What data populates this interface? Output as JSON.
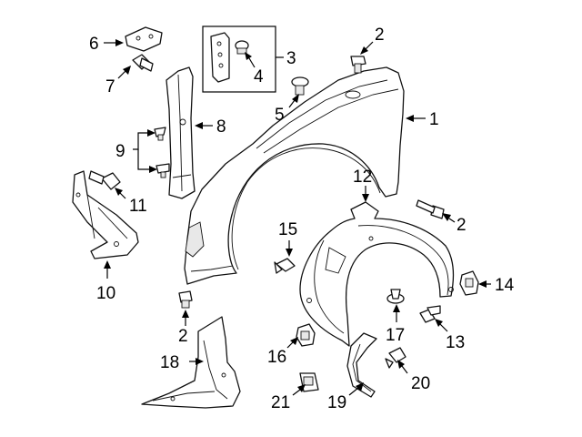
{
  "callouts": {
    "c1": "1",
    "c2a": "2",
    "c2b": "2",
    "c2c": "2",
    "c3": "3",
    "c4": "4",
    "c5": "5",
    "c6": "6",
    "c7": "7",
    "c8": "8",
    "c9": "9",
    "c10": "10",
    "c11": "11",
    "c12": "12",
    "c13": "13",
    "c14": "14",
    "c15": "15",
    "c16": "16",
    "c17": "17",
    "c18": "18",
    "c19": "19",
    "c20": "20",
    "c21": "21"
  },
  "colors": {
    "line": "#111111",
    "background": "#ffffff",
    "shade": "#e8e8e8"
  }
}
